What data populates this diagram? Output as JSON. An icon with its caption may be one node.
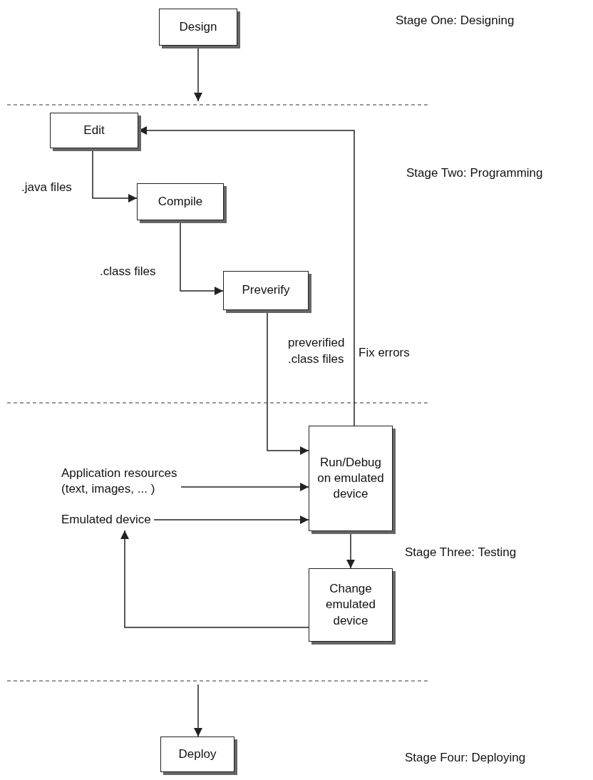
{
  "diagram": {
    "nodes": [
      {
        "text": [
          "Design"
        ]
      },
      {
        "text": [
          "Edit"
        ]
      },
      {
        "text": [
          "Compile"
        ]
      },
      {
        "text": [
          "Preverify"
        ]
      },
      {
        "text": [
          "Run/Debug on emulated device"
        ]
      },
      {
        "text": [
          "Application resources (text, images, ... )"
        ]
      },
      {
        "text": [
          "Emulated device"
        ]
      },
      {
        "text": [
          "Change emulated device"
        ]
      },
      {
        "text": [
          "Deploy"
        ]
      }
    ],
    "edges": [
      {
        "from": 0,
        "to": null,
        "arrow": "to"
      },
      {
        "from": 1,
        "to": 2,
        "arrow": "to",
        "label": ".java files"
      },
      {
        "from": 2,
        "to": 3,
        "arrow": "to",
        "label": ".class files"
      },
      {
        "from": 3,
        "to": 4,
        "arrow": "to",
        "label": "preverified .class files"
      },
      {
        "from": 5,
        "to": 4,
        "arrow": "to"
      },
      {
        "from": 6,
        "to": 4,
        "arrow": "to"
      },
      {
        "from": 4,
        "to": 1,
        "arrow": "to",
        "label": "Fix errors"
      },
      {
        "from": 4,
        "to": 7,
        "arrow": "to"
      },
      {
        "from": 7,
        "to": 6,
        "arrow": "to"
      },
      {
        "from": null,
        "to": 8,
        "arrow": "to"
      }
    ],
    "labels": [
      "Stage One: Designing",
      "Stage Two: Programming",
      "Stage Three: Testing",
      "Stage Four: Deploying"
    ]
  }
}
